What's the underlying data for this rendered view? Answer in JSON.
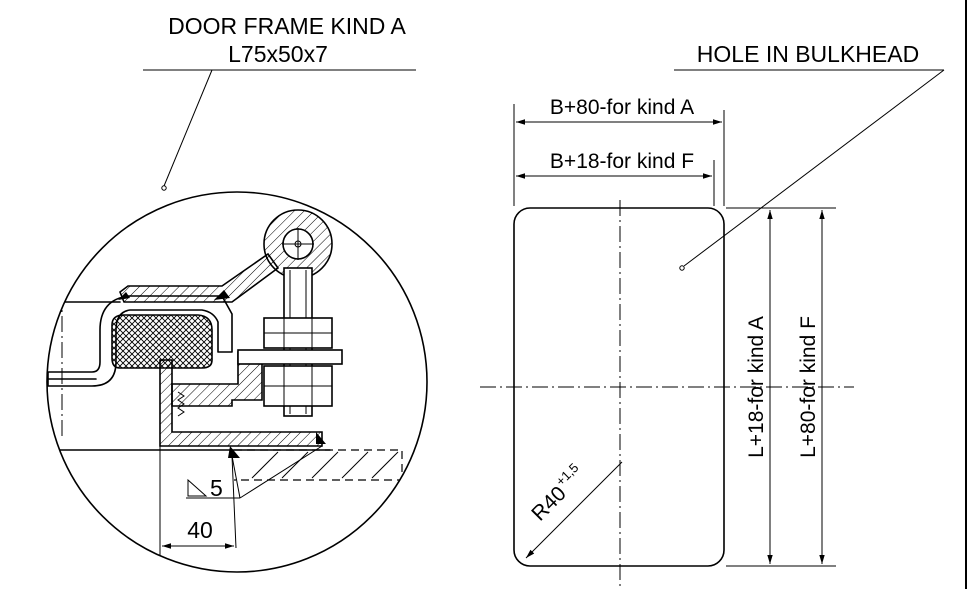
{
  "labels": {
    "frame_title": "DOOR FRAME KIND A",
    "frame_profile": "L75x50x7",
    "hole_title": "HOLE IN BULKHEAD",
    "width_a": "B+80-for kind A",
    "width_f": "B+18-for kind F",
    "height_a": "L+18-for kind A",
    "height_f": "L+80-for kind F",
    "radius": "R40",
    "radius_tol": "+1,5",
    "weld_size": "5",
    "dim_40": "40"
  }
}
